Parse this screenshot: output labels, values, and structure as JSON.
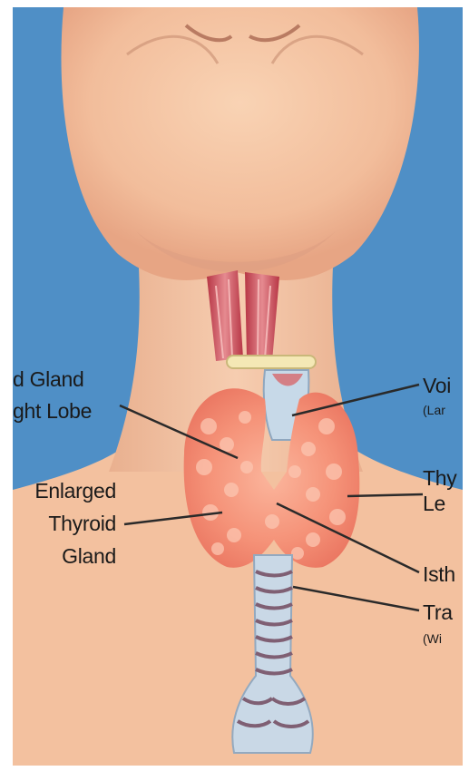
{
  "labels": {
    "right_lobe_line1": "d Gland",
    "right_lobe_line2": "ght Lobe",
    "enlarged_line1": "Enlarged",
    "enlarged_line2": "Thyroid",
    "enlarged_line3": "Gland",
    "voice_box": "Voi",
    "voice_box_sub": "(Lar",
    "left_lobe_line1": "Thy",
    "left_lobe_line2": "Le",
    "isthmus": "Isth",
    "trachea": "Tra",
    "trachea_sub": "(Wi"
  },
  "colors": {
    "background_sky": "#4f8fc6",
    "skin": "#f3c2a0",
    "thyroid": "#f38a6e",
    "muscle": "#c84a55",
    "trachea": "#c9d8e6"
  }
}
